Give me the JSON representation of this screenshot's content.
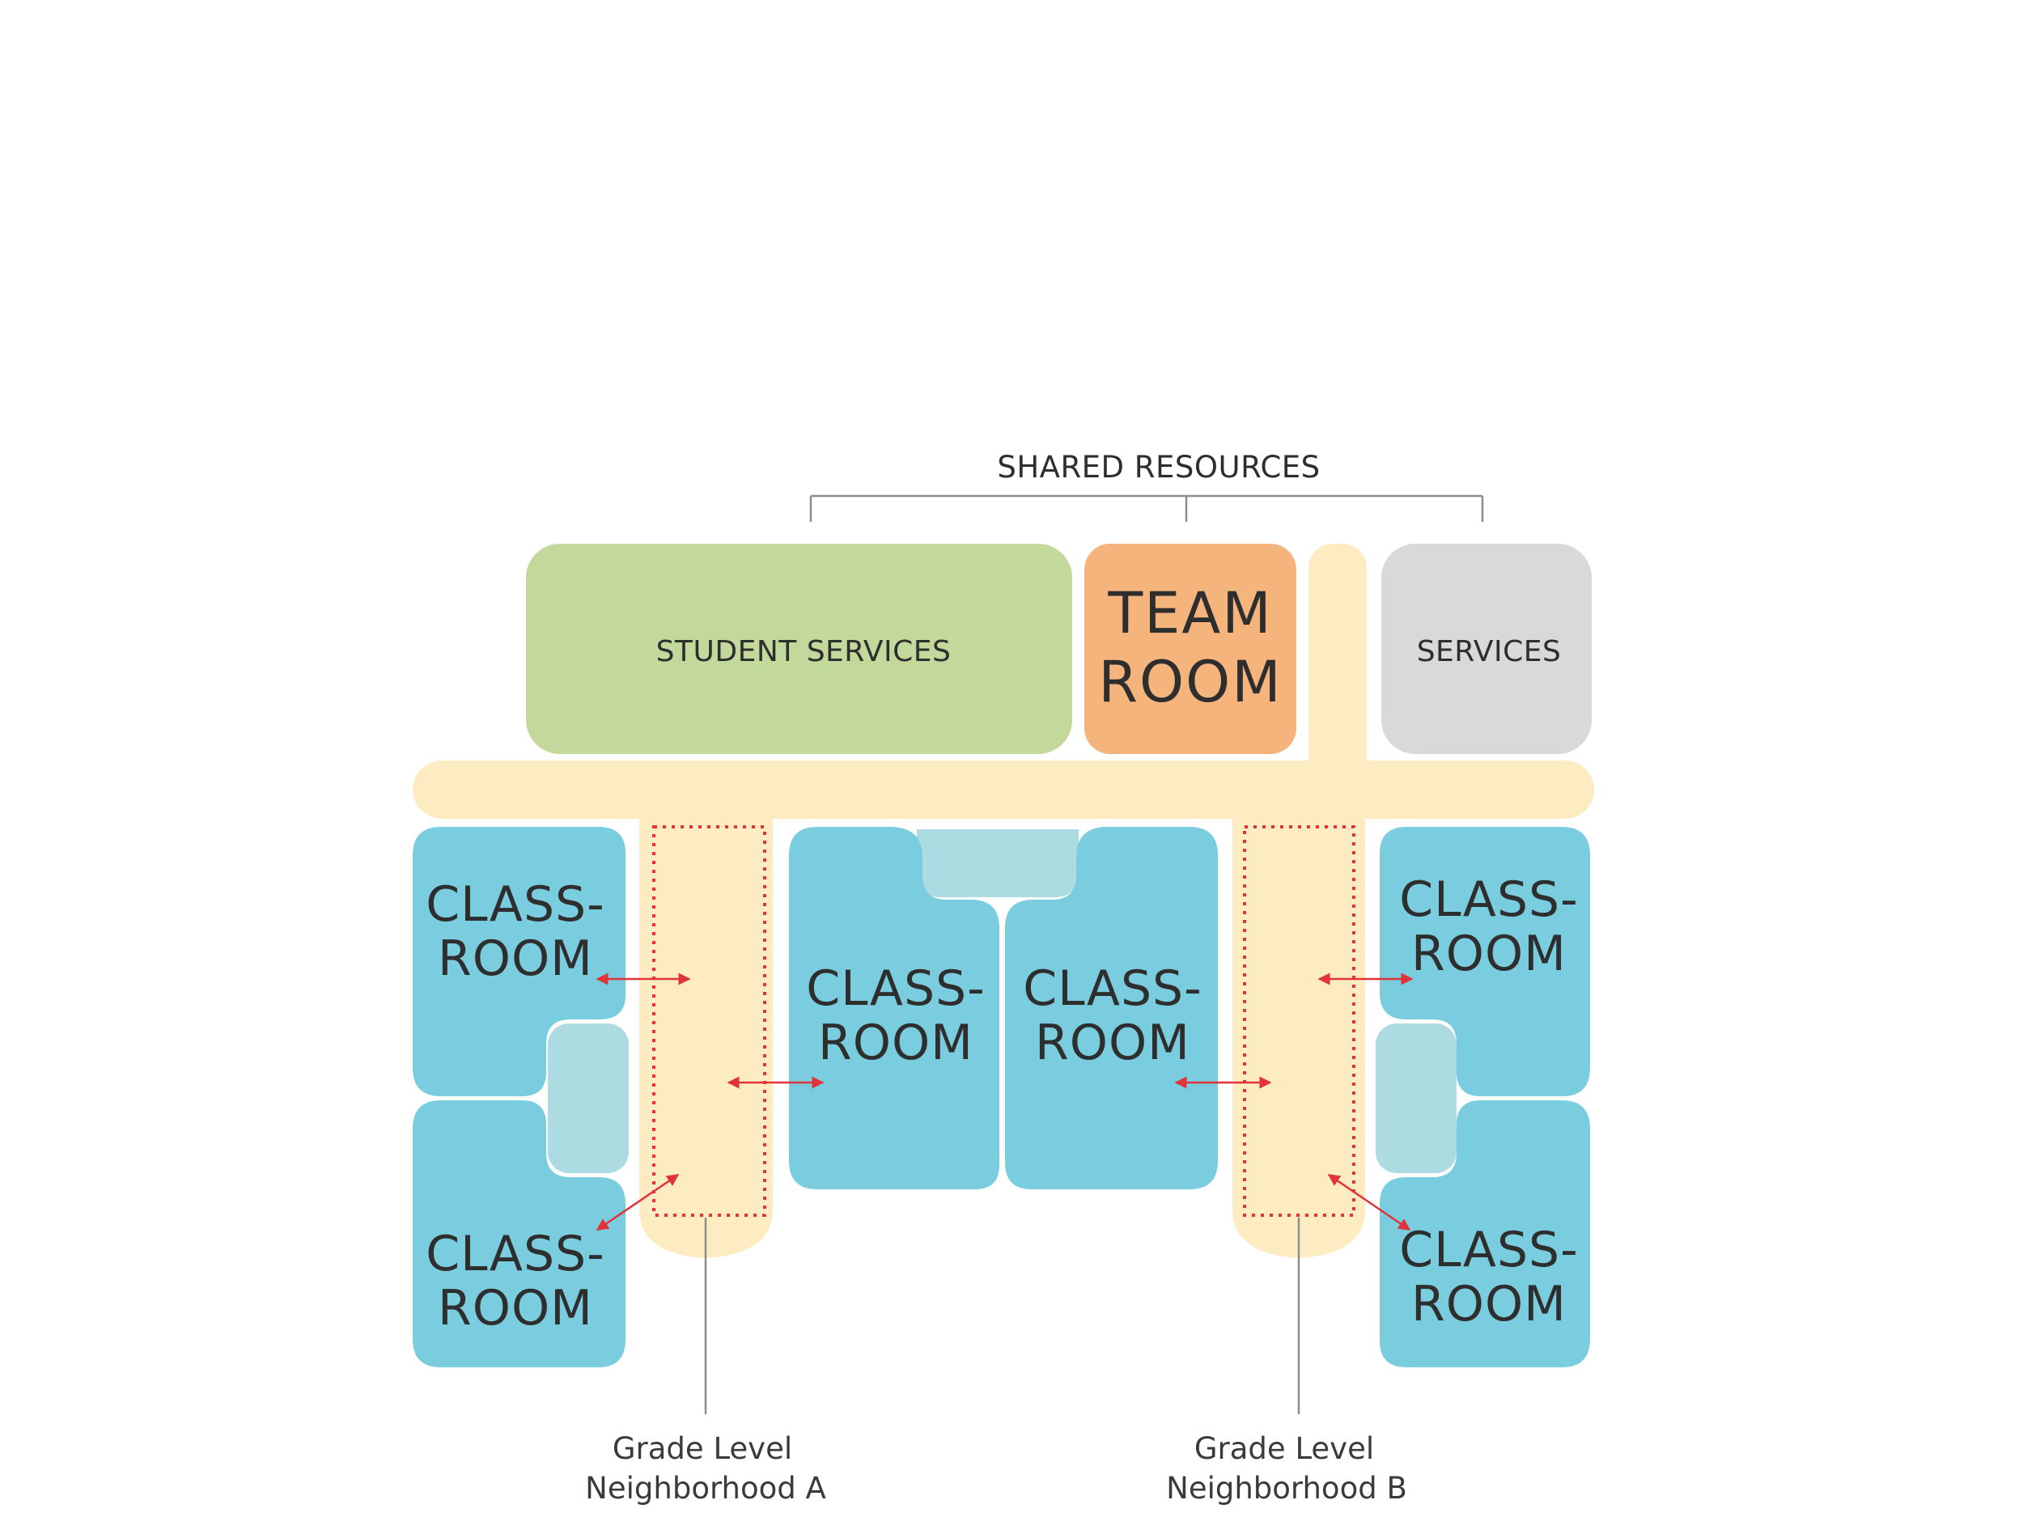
{
  "header": {
    "shared_resources": "SHARED RESOURCES"
  },
  "spaces": {
    "student_services": "STUDENT SERVICES",
    "team_room": {
      "line1": "TEAM",
      "line2": "ROOM"
    },
    "services": "SERVICES",
    "classroom": {
      "line1": "CLASS-",
      "line2": "ROOM"
    }
  },
  "neighborhoods": {
    "a": {
      "line1": "Grade Level",
      "line2": "Neighborhood A"
    },
    "b": {
      "line1": "Grade Level",
      "line2": "Neighborhood B"
    }
  },
  "colors": {
    "student_services": "#c3d99b",
    "team_room": "#f4b47c",
    "services": "#d9d9d9",
    "classroom": "#7acddf",
    "connector": "#acdbe2",
    "circulation": "#fdebc2",
    "arrow": "#e0343a",
    "leader_line": "#8e8e8e"
  }
}
